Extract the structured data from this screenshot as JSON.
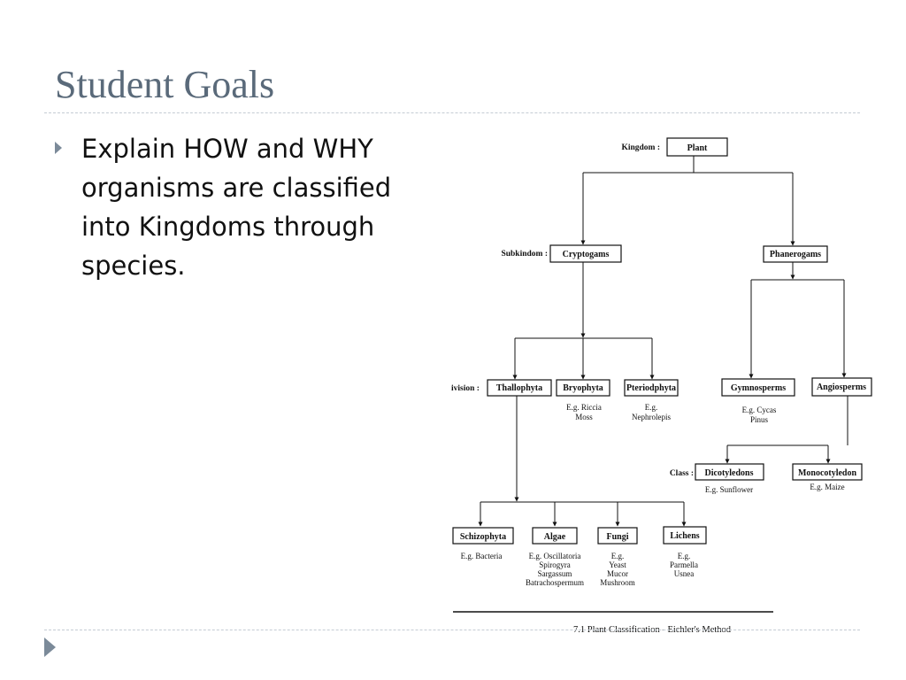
{
  "slide": {
    "title": "Student Goals",
    "bullet": "Explain HOW and WHY organisms are classified into Kingdoms through species."
  },
  "diagram": {
    "levels": {
      "kingdom": "Kingdom :",
      "subkingdom": "Subkindom :",
      "division": "ivision :",
      "class": "Class :"
    },
    "nodes": {
      "plant": "Plant",
      "cryptogams": "Cryptogams",
      "phanerogams": "Phanerogams",
      "thallophyta": "Thallophyta",
      "bryophyta": "Bryophyta",
      "pteridophyta": "Pteriodphyta",
      "gymnosperms": "Gymnosperms",
      "angiosperms": "Angiosperms",
      "dicotyledons": "Dicotyledons",
      "monocotyledon": "Monocotyledon",
      "schizophyta": "Schizophyta",
      "algae": "Algae",
      "fungi": "Fungi",
      "lichens": "Lichens"
    },
    "examples": {
      "bryophyta": [
        "E.g. Riccia",
        "Moss"
      ],
      "pteridophyta": [
        "E.g.",
        "Nephrolepis"
      ],
      "gymnosperms": [
        "E.g. Cycas",
        "Pinus"
      ],
      "dicotyledons": [
        "E.g. Sunflower"
      ],
      "monocotyledon": [
        "E.g. Maize"
      ],
      "schizophyta": [
        "E.g. Bacteria"
      ],
      "algae": [
        "E.g. Oscillatoria",
        "Spirogyra",
        "Sargassum",
        "Batrachospermum"
      ],
      "fungi": [
        "E.g.",
        "Yeast",
        "Mucor",
        "Mushroom"
      ],
      "lichens": [
        "E.g.",
        "Parmella",
        "Usnea"
      ]
    },
    "caption": "7.1  Plant Classification  -  Eichler's Method"
  }
}
